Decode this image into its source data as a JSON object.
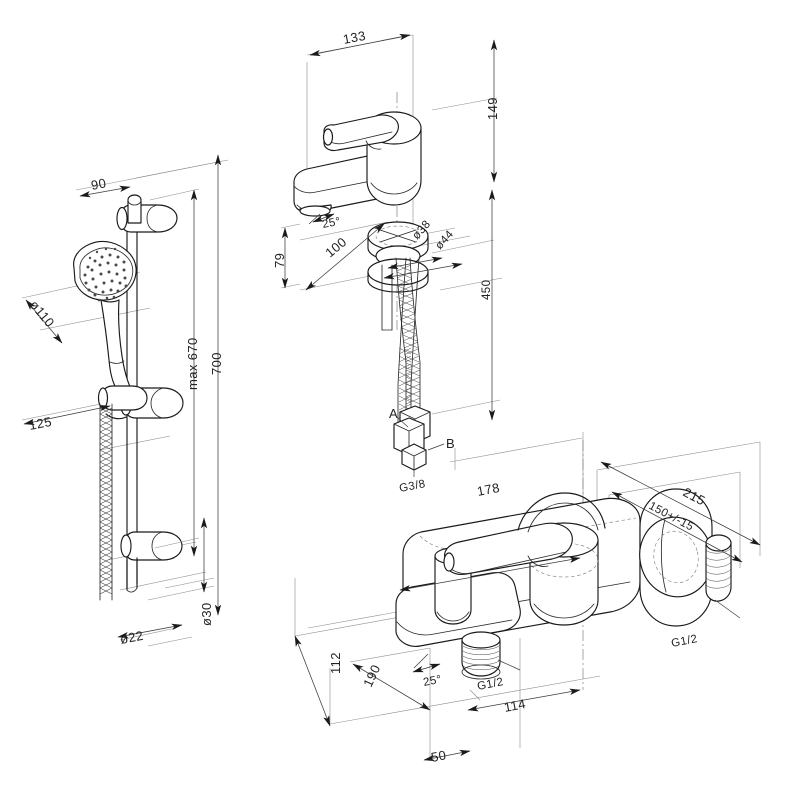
{
  "drawing": {
    "title": "Sanitary fittings technical dimension drawing",
    "background_color": "#ffffff",
    "line_color": "#1a1a1a",
    "dimension_color": "#232323",
    "views": [
      {
        "id": "shower-rail-set",
        "name": "Shower rail set with hand shower",
        "position": "left"
      },
      {
        "id": "basin-mixer",
        "name": "Single lever basin mixer with flexible hoses",
        "position": "top-center"
      },
      {
        "id": "bath-mixer",
        "name": "Wall mounted single lever bath and shower mixer",
        "position": "bottom-right"
      }
    ]
  },
  "dimensions": {
    "shower_rail": [
      {
        "id": "d-90",
        "label": "90",
        "view": "shower-rail-set"
      },
      {
        "id": "d-110",
        "label": "ø110",
        "view": "shower-rail-set"
      },
      {
        "id": "d-125",
        "label": "125",
        "view": "shower-rail-set"
      },
      {
        "id": "d-max670",
        "label": "max 670",
        "view": "shower-rail-set"
      },
      {
        "id": "d-700",
        "label": "700",
        "view": "shower-rail-set"
      },
      {
        "id": "d-22",
        "label": "ø22",
        "view": "shower-rail-set"
      },
      {
        "id": "d-30",
        "label": "ø30",
        "view": "shower-rail-set"
      }
    ],
    "basin_mixer": [
      {
        "id": "d-133",
        "label": "133",
        "view": "basin-mixer"
      },
      {
        "id": "d-149",
        "label": "149",
        "view": "basin-mixer"
      },
      {
        "id": "d-25a",
        "label": "25°",
        "view": "basin-mixer"
      },
      {
        "id": "d-79",
        "label": "79",
        "view": "basin-mixer"
      },
      {
        "id": "d-100",
        "label": "100",
        "view": "basin-mixer"
      },
      {
        "id": "d-38",
        "label": "ø38",
        "view": "basin-mixer"
      },
      {
        "id": "d-44",
        "label": "ø44",
        "view": "basin-mixer"
      },
      {
        "id": "d-450",
        "label": "450",
        "view": "basin-mixer"
      },
      {
        "id": "lbl-A",
        "label": "A",
        "view": "basin-mixer"
      },
      {
        "id": "lbl-B",
        "label": "B",
        "view": "basin-mixer"
      },
      {
        "id": "d-g38",
        "label": "G3/8",
        "view": "basin-mixer"
      }
    ],
    "bath_mixer": [
      {
        "id": "d-178",
        "label": "178",
        "view": "bath-mixer"
      },
      {
        "id": "d-215",
        "label": "215",
        "view": "bath-mixer"
      },
      {
        "id": "d-150pm15",
        "label": "150+/-15",
        "view": "bath-mixer"
      },
      {
        "id": "d-112",
        "label": "112",
        "view": "bath-mixer"
      },
      {
        "id": "d-190",
        "label": "190",
        "view": "bath-mixer"
      },
      {
        "id": "d-25b",
        "label": "25°",
        "view": "bath-mixer"
      },
      {
        "id": "d-g12-out",
        "label": "G1/2",
        "view": "bath-mixer"
      },
      {
        "id": "d-g12-in",
        "label": "G1/2",
        "view": "bath-mixer"
      },
      {
        "id": "d-114",
        "label": "114",
        "view": "bath-mixer"
      },
      {
        "id": "d-50",
        "label": "50",
        "view": "bath-mixer"
      }
    ]
  }
}
